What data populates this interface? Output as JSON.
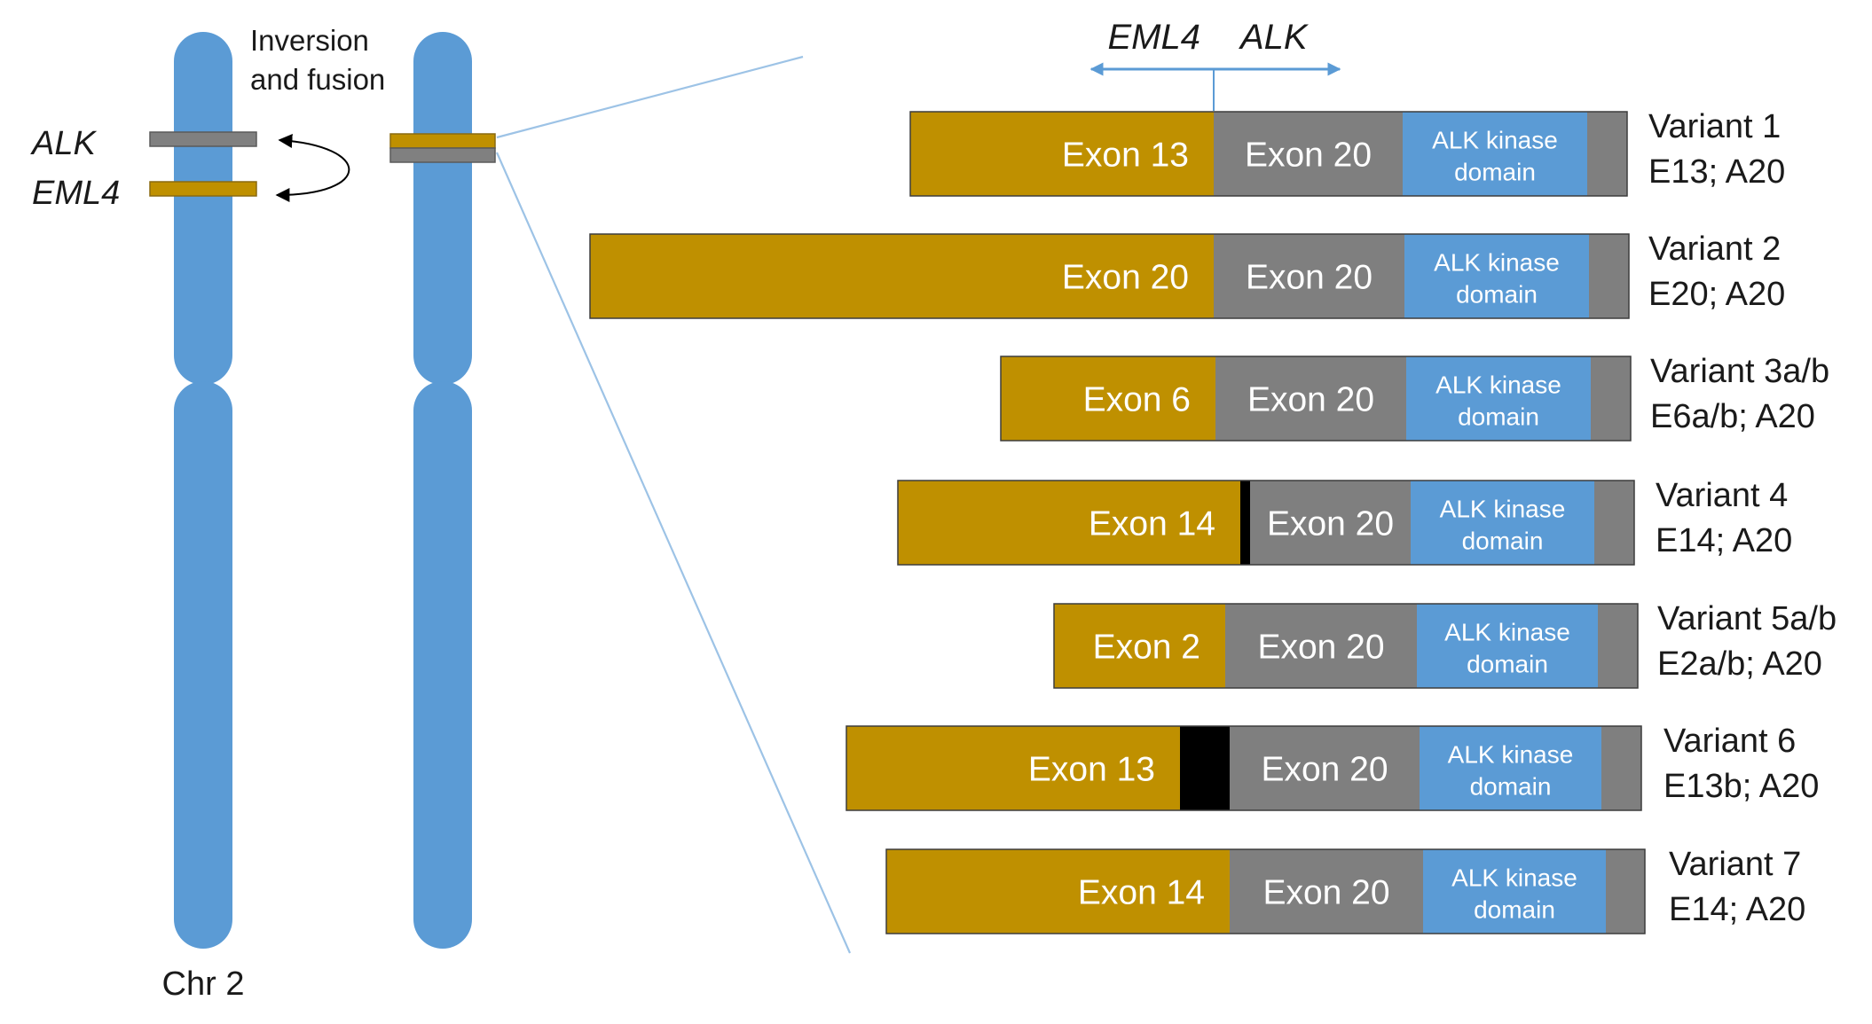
{
  "chromosome": {
    "label": "Chr 2",
    "gene_alk": "ALK",
    "gene_eml4": "EML4",
    "event_line1": "Inversion",
    "event_line2": "and fusion"
  },
  "direction_labels": {
    "left": "EML4",
    "right": "ALK"
  },
  "variants": [
    {
      "name": "Variant 1",
      "code": "E13; A20",
      "eml4_exon": "Exon 13",
      "alk_exon": "Exon 20",
      "kinase_line1": "ALK kinase",
      "kinase_line2": "domain",
      "insert": "none"
    },
    {
      "name": "Variant 2",
      "code": "E20; A20",
      "eml4_exon": "Exon 20",
      "alk_exon": "Exon 20",
      "kinase_line1": "ALK kinase",
      "kinase_line2": "domain",
      "insert": "none"
    },
    {
      "name": "Variant 3a/b",
      "code": "E6a/b; A20",
      "eml4_exon": "Exon 6",
      "alk_exon": "Exon 20",
      "kinase_line1": "ALK kinase",
      "kinase_line2": "domain",
      "insert": "none"
    },
    {
      "name": "Variant 4",
      "code": "E14; A20",
      "eml4_exon": "Exon 14",
      "alk_exon": "Exon 20",
      "kinase_line1": "ALK kinase",
      "kinase_line2": "domain",
      "insert": "thin"
    },
    {
      "name": "Variant 5a/b",
      "code": "E2a/b; A20",
      "eml4_exon": "Exon 2",
      "alk_exon": "Exon 20",
      "kinase_line1": "ALK kinase",
      "kinase_line2": "domain",
      "insert": "none"
    },
    {
      "name": "Variant 6",
      "code": "E13b; A20",
      "eml4_exon": "Exon 13",
      "alk_exon": "Exon 20",
      "kinase_line1": "ALK kinase",
      "kinase_line2": "domain",
      "insert": "wide"
    },
    {
      "name": "Variant 7",
      "code": "E14; A20",
      "eml4_exon": "Exon 14",
      "alk_exon": "Exon 20",
      "kinase_line1": "ALK kinase",
      "kinase_line2": "domain",
      "insert": "none"
    }
  ]
}
